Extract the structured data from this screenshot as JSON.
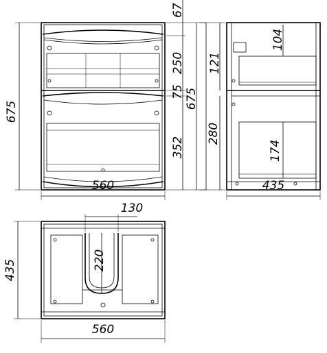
{
  "front_view": {
    "height_total": "675",
    "top_gap": "67",
    "upper_drawer": "250",
    "middle_gap": "75",
    "lower_drawer": "352",
    "side_total": "675",
    "width": "560"
  },
  "side_view": {
    "upper_inner": "104",
    "upper_drawer": "121",
    "lower_inner": "174",
    "lower_drawer": "280",
    "depth": "435"
  },
  "top_view": {
    "cutout_width": "130",
    "cutout_depth": "220",
    "depth": "435",
    "width": "560"
  }
}
